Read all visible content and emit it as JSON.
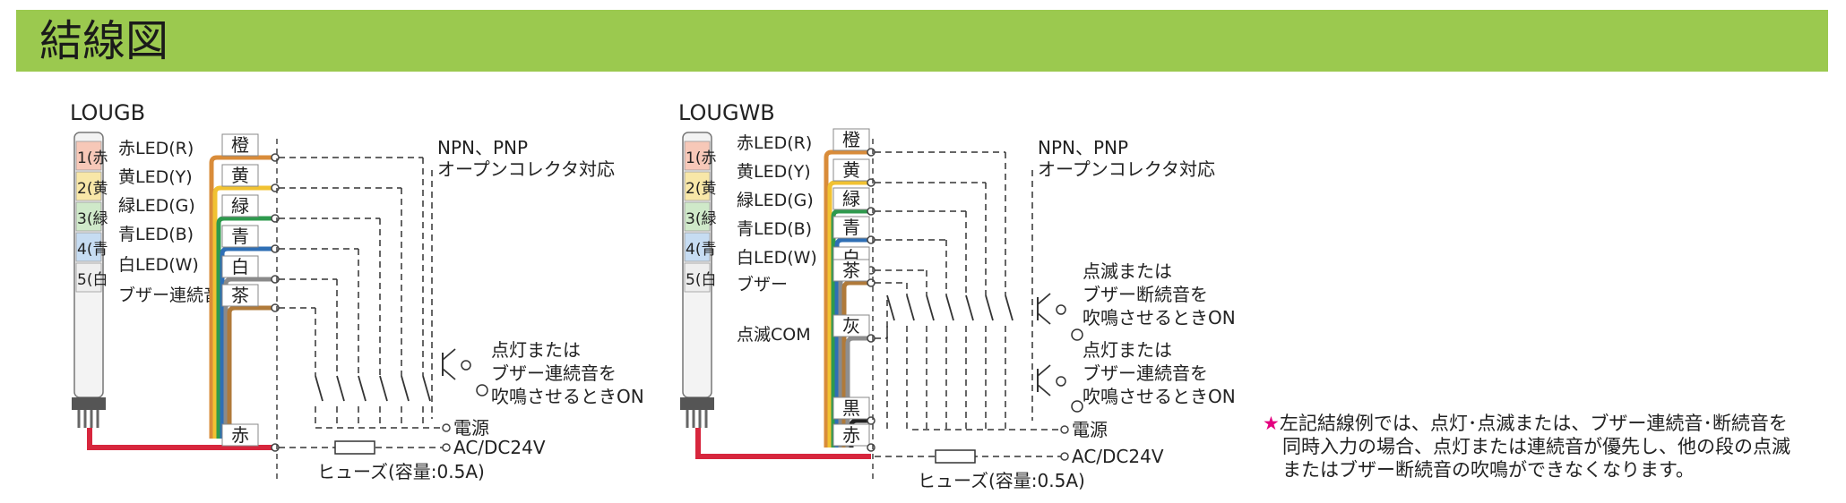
{
  "header": {
    "title": "結線図",
    "color": "#9bc94f"
  },
  "note": {
    "mark": "★",
    "lines": [
      "左記結線例では、点灯･点滅または、ブザー連続音･断続音を",
      "同時入力の場合、点灯または連続音が優先し、他の段の点滅",
      "またはブザー断続音の吹鳴ができなくなります。"
    ],
    "mark_color": "#e4007f"
  },
  "diagrams": [
    {
      "model": "LOUGB",
      "tiers": [
        "1(赤",
        "2(黄",
        "3(緑",
        "4(青",
        "5(白"
      ],
      "signals": [
        "赤LED(R)",
        "黄LED(Y)",
        "緑LED(G)",
        "青LED(B)",
        "白LED(W)",
        "ブザー連続音"
      ],
      "wires": [
        "橙",
        "黄",
        "緑",
        "青",
        "白",
        "茶",
        "赤"
      ],
      "output_type": "NPN、PNP\nオープンコレクタ対応",
      "switch_note": "点灯または\nブザー連続音を\n吹鳴させるときON",
      "power": "電源",
      "supply": "AC/DC24V",
      "fuse": "ヒューズ(容量:0.5A)"
    },
    {
      "model": "LOUGWB",
      "tiers": [
        "1(赤",
        "2(黄",
        "3(緑",
        "4(青",
        "5(白"
      ],
      "signals": [
        "赤LED(R)",
        "黄LED(Y)",
        "緑LED(G)",
        "青LED(B)",
        "白LED(W)",
        "ブザー",
        "点滅COM"
      ],
      "wires": [
        "橙",
        "黄",
        "緑",
        "青",
        "白",
        "茶",
        "灰",
        "黒",
        "赤"
      ],
      "output_type": "NPN、PNP\nオープンコレクタ対応",
      "blink_note": "点滅または\nブザー断続音を\n吹鳴させるときON",
      "switch_note": "点灯または\nブザー連続音を\n吹鳴させるときON",
      "power": "電源",
      "supply": "AC/DC24V",
      "fuse": "ヒューズ(容量:0.5A)"
    }
  ],
  "wire_colors": {
    "橙": "#d98c3a",
    "黄": "#f1c232",
    "緑": "#2e9a4d",
    "青": "#2f6fb5",
    "白": "#8a8a8a",
    "茶": "#b07a3a",
    "灰": "#8e8e8e",
    "黒": "#222222",
    "赤": "#d7263d"
  }
}
